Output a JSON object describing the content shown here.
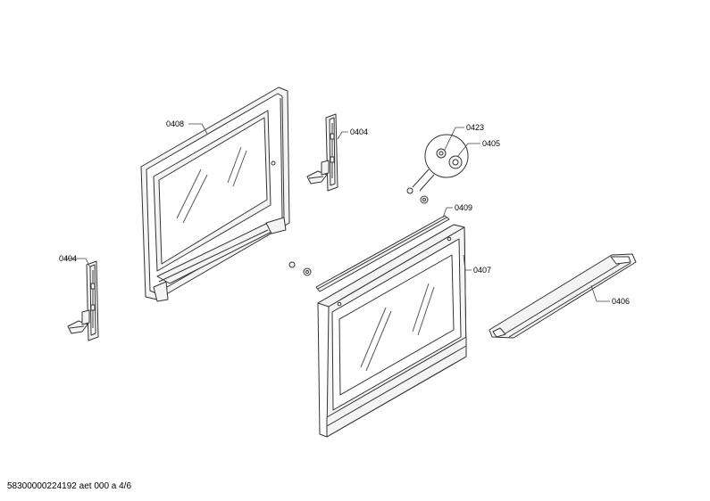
{
  "callouts": {
    "door_inner_frame": "0408",
    "hinge_left": "0404",
    "hinge_upper": "0404",
    "hinge_pin": "0423",
    "bushing": "0405",
    "seal_strip": "0409",
    "outer_door_glass": "0407",
    "handle": "0406"
  },
  "footer": {
    "code": "58300000224192 aet 000 a 4/6"
  },
  "colors": {
    "line": "#333333",
    "fill": "#f4f4f4",
    "background": "#ffffff"
  }
}
